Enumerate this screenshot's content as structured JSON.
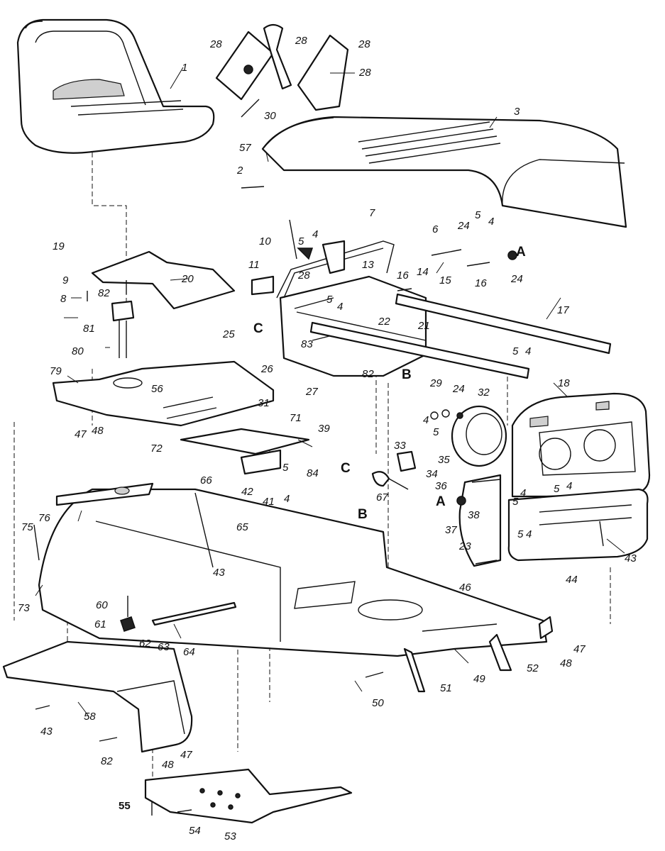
{
  "diagram": {
    "callouts": [
      {
        "id": "c1",
        "text": "1"
      },
      {
        "id": "c28a",
        "text": "28"
      },
      {
        "id": "c28b",
        "text": "28"
      },
      {
        "id": "c28c",
        "text": "28"
      },
      {
        "id": "c28d",
        "text": "28"
      },
      {
        "id": "c30",
        "text": "30"
      },
      {
        "id": "c3",
        "text": "3"
      },
      {
        "id": "c57",
        "text": "57"
      },
      {
        "id": "c2",
        "text": "2"
      },
      {
        "id": "c10",
        "text": "10"
      },
      {
        "id": "c5a",
        "text": "5"
      },
      {
        "id": "c4a",
        "text": "4"
      },
      {
        "id": "c7",
        "text": "7"
      },
      {
        "id": "c6",
        "text": "6"
      },
      {
        "id": "c24a",
        "text": "24"
      },
      {
        "id": "c5b",
        "text": "5"
      },
      {
        "id": "c4b",
        "text": "4"
      },
      {
        "id": "c24b",
        "text": "24"
      },
      {
        "id": "c15",
        "text": "15"
      },
      {
        "id": "c16a",
        "text": "16"
      },
      {
        "id": "c16b",
        "text": "16"
      },
      {
        "id": "c14",
        "text": "14"
      },
      {
        "id": "c17",
        "text": "17"
      },
      {
        "id": "c19",
        "text": "19"
      },
      {
        "id": "c20",
        "text": "20"
      },
      {
        "id": "c9",
        "text": "9"
      },
      {
        "id": "c8",
        "text": "8"
      },
      {
        "id": "c82a",
        "text": "82"
      },
      {
        "id": "c11",
        "text": "11"
      },
      {
        "id": "c28e",
        "text": "28"
      },
      {
        "id": "c13",
        "text": "13"
      },
      {
        "id": "c5c",
        "text": "5"
      },
      {
        "id": "c4c",
        "text": "4"
      },
      {
        "id": "c22",
        "text": "22"
      },
      {
        "id": "c21",
        "text": "21"
      },
      {
        "id": "c25",
        "text": "25"
      },
      {
        "id": "c83",
        "text": "83"
      },
      {
        "id": "c81",
        "text": "81"
      },
      {
        "id": "c80",
        "text": "80"
      },
      {
        "id": "c26",
        "text": "26"
      },
      {
        "id": "c82b",
        "text": "82"
      },
      {
        "id": "c27",
        "text": "27"
      },
      {
        "id": "c29",
        "text": "29"
      },
      {
        "id": "c5d",
        "text": "5"
      },
      {
        "id": "c4d",
        "text": "4"
      },
      {
        "id": "c18",
        "text": "18"
      },
      {
        "id": "c79",
        "text": "79"
      },
      {
        "id": "c56",
        "text": "56"
      },
      {
        "id": "c24c",
        "text": "24"
      },
      {
        "id": "c32",
        "text": "32"
      },
      {
        "id": "c4e",
        "text": "4"
      },
      {
        "id": "c5e",
        "text": "5"
      },
      {
        "id": "c31",
        "text": "31"
      },
      {
        "id": "c71",
        "text": "71"
      },
      {
        "id": "c39",
        "text": "39"
      },
      {
        "id": "c47a",
        "text": "47"
      },
      {
        "id": "c48a",
        "text": "48"
      },
      {
        "id": "c72",
        "text": "72"
      },
      {
        "id": "c33",
        "text": "33"
      },
      {
        "id": "c35",
        "text": "35"
      },
      {
        "id": "c34",
        "text": "34"
      },
      {
        "id": "c84",
        "text": "84"
      },
      {
        "id": "c5f",
        "text": "5"
      },
      {
        "id": "c66",
        "text": "66"
      },
      {
        "id": "c42",
        "text": "42"
      },
      {
        "id": "c41",
        "text": "41"
      },
      {
        "id": "c4f",
        "text": "4"
      },
      {
        "id": "c67",
        "text": "67"
      },
      {
        "id": "c36",
        "text": "36"
      },
      {
        "id": "c4g",
        "text": "4"
      },
      {
        "id": "c5g",
        "text": "5"
      },
      {
        "id": "c4h",
        "text": "4"
      },
      {
        "id": "c5h",
        "text": "5"
      },
      {
        "id": "c38",
        "text": "38"
      },
      {
        "id": "c37",
        "text": "37"
      },
      {
        "id": "c76",
        "text": "76"
      },
      {
        "id": "c75",
        "text": "75"
      },
      {
        "id": "c65",
        "text": "65"
      },
      {
        "id": "c23",
        "text": "23"
      },
      {
        "id": "c5i",
        "text": "5"
      },
      {
        "id": "c4i",
        "text": "4"
      },
      {
        "id": "c43a",
        "text": "43"
      },
      {
        "id": "c43b",
        "text": "43"
      },
      {
        "id": "c44",
        "text": "44"
      },
      {
        "id": "c46",
        "text": "46"
      },
      {
        "id": "c73",
        "text": "73"
      },
      {
        "id": "c60",
        "text": "60"
      },
      {
        "id": "c61",
        "text": "61"
      },
      {
        "id": "c62",
        "text": "62"
      },
      {
        "id": "c63",
        "text": "63"
      },
      {
        "id": "c64",
        "text": "64"
      },
      {
        "id": "c47b",
        "text": "47"
      },
      {
        "id": "c48b",
        "text": "48"
      },
      {
        "id": "c52",
        "text": "52"
      },
      {
        "id": "c49",
        "text": "49"
      },
      {
        "id": "c51",
        "text": "51"
      },
      {
        "id": "c50",
        "text": "50"
      },
      {
        "id": "c58",
        "text": "58"
      },
      {
        "id": "c43c",
        "text": "43"
      },
      {
        "id": "c82c",
        "text": "82"
      },
      {
        "id": "c47c",
        "text": "47"
      },
      {
        "id": "c48c",
        "text": "48"
      },
      {
        "id": "c55",
        "text": "55"
      },
      {
        "id": "c54",
        "text": "54"
      },
      {
        "id": "c53",
        "text": "53"
      }
    ],
    "markers": [
      {
        "id": "mA1",
        "text": "A"
      },
      {
        "id": "mA2",
        "text": "A"
      },
      {
        "id": "mB1",
        "text": "B"
      },
      {
        "id": "mB2",
        "text": "B"
      },
      {
        "id": "mC1",
        "text": "C"
      },
      {
        "id": "mC2",
        "text": "C"
      }
    ]
  }
}
